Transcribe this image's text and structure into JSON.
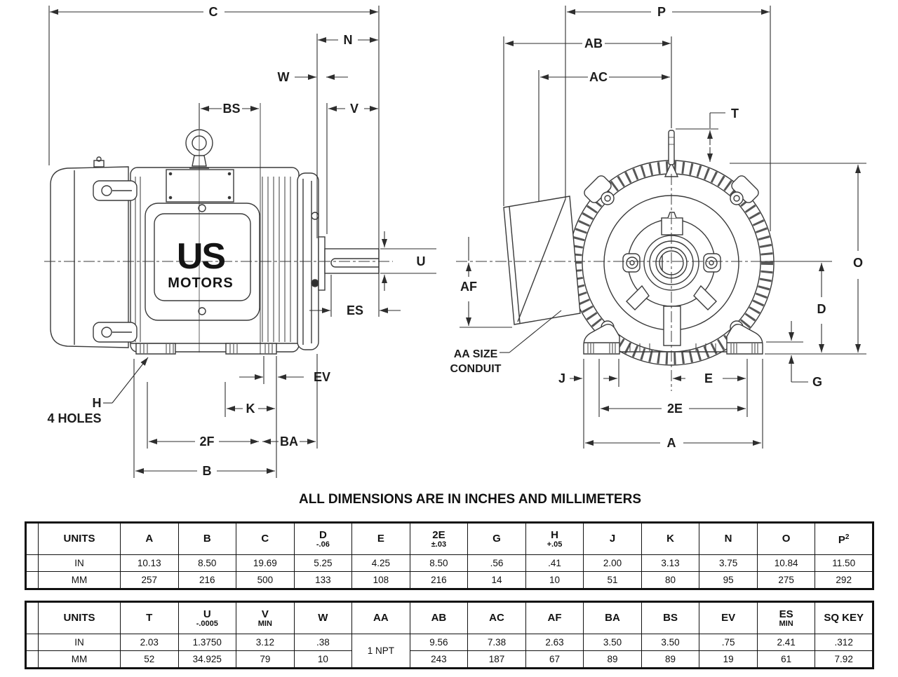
{
  "note": "ALL DIMENSIONS ARE IN INCHES AND MILLIMETERS",
  "drawing": {
    "side": {
      "brand1": "US",
      "brand2": "MOTORS",
      "c": "C",
      "n": "N",
      "w": "W",
      "bs": "BS",
      "v": "V",
      "u": "U",
      "es": "ES",
      "ev": "EV",
      "k": "K",
      "f2": "2F",
      "ba": "BA",
      "b": "B",
      "h": "H",
      "holes4": "4 HOLES"
    },
    "end": {
      "p": "P",
      "ab": "AB",
      "ac": "AC",
      "t": "T",
      "o": "O",
      "d": "D",
      "g": "G",
      "af": "AF",
      "j": "J",
      "e": "E",
      "e2": "2E",
      "a": "A",
      "aa1": "AA SIZE",
      "aa2": "CONDUIT"
    }
  },
  "tables": [
    {
      "name": "dimension-table-1",
      "headers": [
        {
          "label": "UNITS"
        },
        {
          "label": "A"
        },
        {
          "label": "B"
        },
        {
          "label": "C"
        },
        {
          "label": "D",
          "sub": "-.06"
        },
        {
          "label": "E"
        },
        {
          "label": "2E",
          "sub": "±.03"
        },
        {
          "label": "G"
        },
        {
          "label": "H",
          "sub": "+.05"
        },
        {
          "label": "J"
        },
        {
          "label": "K"
        },
        {
          "label": "N"
        },
        {
          "label": "O"
        },
        {
          "label": "P",
          "sup": "2"
        }
      ],
      "rows": [
        [
          "IN",
          "10.13",
          "8.50",
          "19.69",
          "5.25",
          "4.25",
          "8.50",
          ".56",
          ".41",
          "2.00",
          "3.13",
          "3.75",
          "10.84",
          "11.50"
        ],
        [
          "MM",
          "257",
          "216",
          "500",
          "133",
          "108",
          "216",
          "14",
          "10",
          "51",
          "80",
          "95",
          "275",
          "292"
        ]
      ]
    },
    {
      "name": "dimension-table-2",
      "headers": [
        {
          "label": "UNITS"
        },
        {
          "label": "T"
        },
        {
          "label": "U",
          "sub": "-.0005"
        },
        {
          "label": "V",
          "sub": "MIN"
        },
        {
          "label": "W"
        },
        {
          "label": "AA"
        },
        {
          "label": "AB"
        },
        {
          "label": "AC"
        },
        {
          "label": "AF"
        },
        {
          "label": "BA"
        },
        {
          "label": "BS"
        },
        {
          "label": "EV"
        },
        {
          "label": "ES",
          "sub": "MIN"
        },
        {
          "label": "SQ KEY"
        }
      ],
      "rows": [
        [
          "IN",
          "2.03",
          "1.3750",
          "3.12",
          ".38",
          {
            "v": "1 NPT",
            "rowspan": 2
          },
          "9.56",
          "7.38",
          "2.63",
          "3.50",
          "3.50",
          ".75",
          "2.41",
          ".312"
        ],
        [
          "MM",
          "52",
          "34.925",
          "79",
          "10",
          null,
          "243",
          "187",
          "67",
          "89",
          "89",
          "19",
          "61",
          "7.92"
        ]
      ]
    }
  ]
}
